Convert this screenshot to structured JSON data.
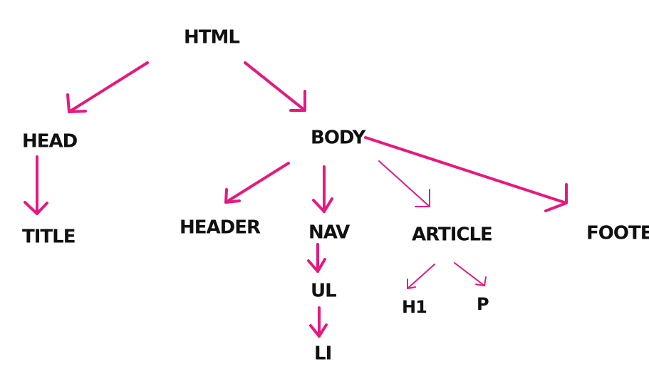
{
  "diagram": {
    "arrow_color": "#e6197f",
    "text_color": "#111111",
    "nodes": {
      "html": "HTML",
      "head": "HEAD",
      "title": "TITLE",
      "body": "BODY",
      "header": "HEADER",
      "nav": "NAV",
      "ul": "UL",
      "li": "LI",
      "article": "ARTICLE",
      "h1": "H1",
      "p": "P",
      "footer": "FOOTER"
    },
    "edges": [
      {
        "from": "html",
        "to": "head"
      },
      {
        "from": "html",
        "to": "body"
      },
      {
        "from": "head",
        "to": "title"
      },
      {
        "from": "body",
        "to": "header"
      },
      {
        "from": "body",
        "to": "nav"
      },
      {
        "from": "body",
        "to": "article"
      },
      {
        "from": "body",
        "to": "footer"
      },
      {
        "from": "nav",
        "to": "ul"
      },
      {
        "from": "ul",
        "to": "li"
      },
      {
        "from": "article",
        "to": "h1"
      },
      {
        "from": "article",
        "to": "p"
      }
    ]
  }
}
